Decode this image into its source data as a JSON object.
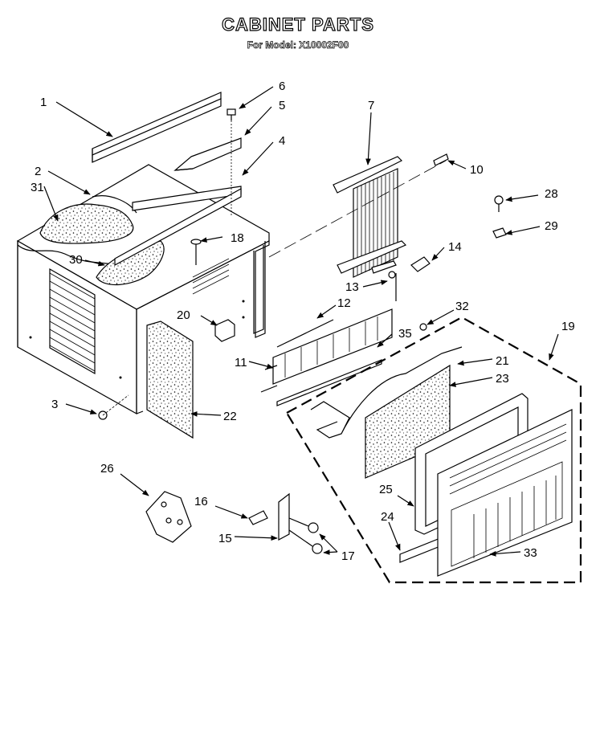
{
  "title": "CABINET PARTS",
  "subtitle": "For Model: X10002F00",
  "callouts": {
    "c1": "1",
    "c2": "2",
    "c3": "3",
    "c4": "4",
    "c5": "5",
    "c6": "6",
    "c7": "7",
    "c10": "10",
    "c11": "11",
    "c12": "12",
    "c13": "13",
    "c14": "14",
    "c15": "15",
    "c16": "16",
    "c17": "17",
    "c18": "18",
    "c19": "19",
    "c20": "20",
    "c21": "21",
    "c22": "22",
    "c23": "23",
    "c24": "24",
    "c25": "25",
    "c26": "26",
    "c28": "28",
    "c29": "29",
    "c30": "30",
    "c31": "31",
    "c32": "32",
    "c33": "33",
    "c35": "35"
  }
}
